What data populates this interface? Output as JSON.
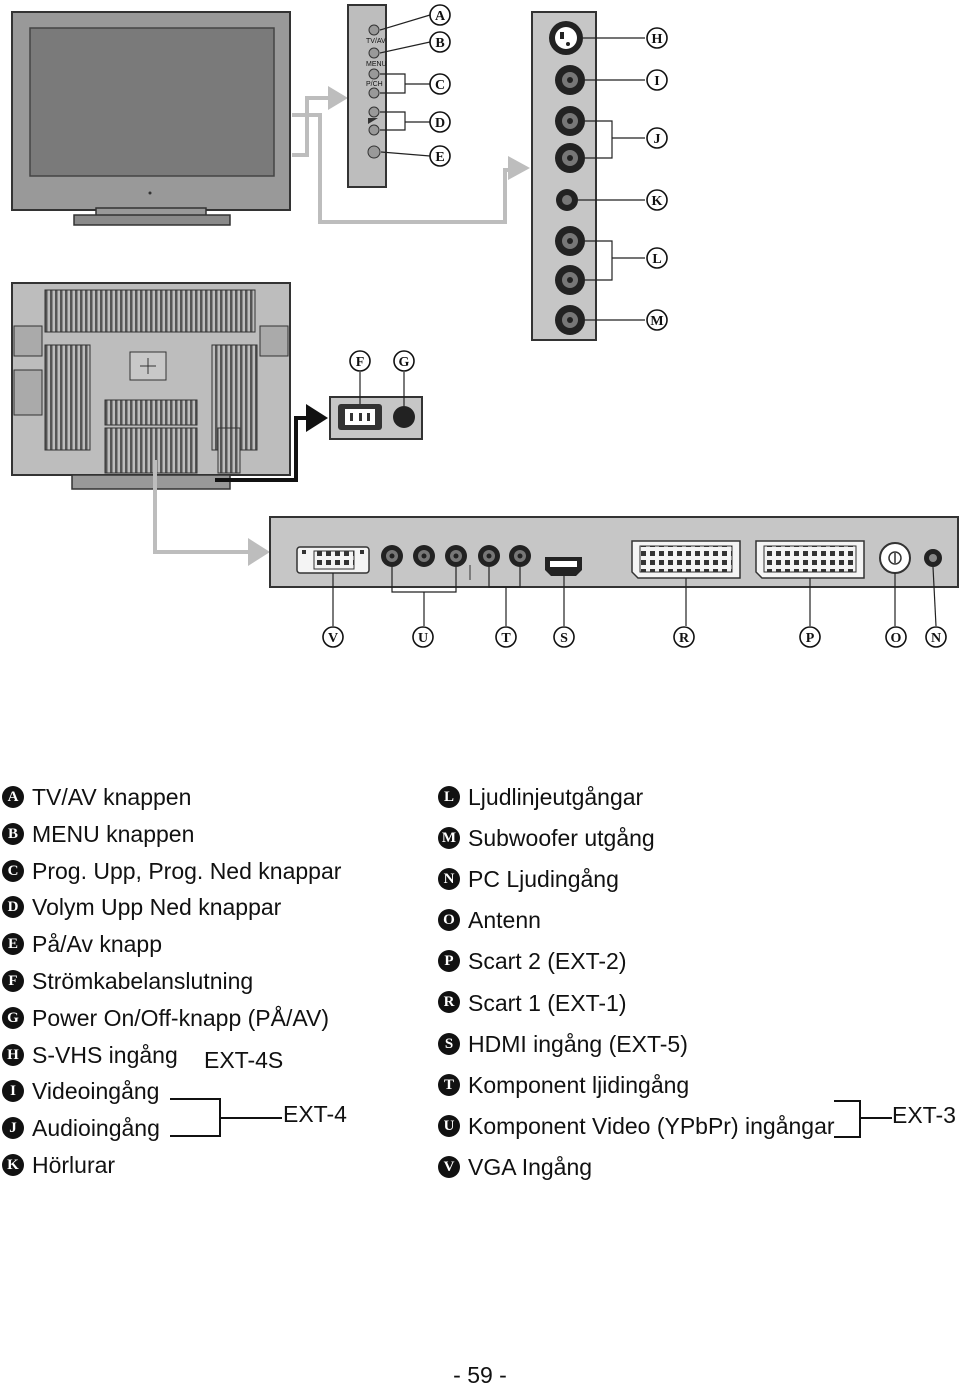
{
  "diagram": {
    "side_buttons": [
      "TV/AV",
      "MENU",
      "P/CH"
    ],
    "callouts": {
      "side_panel": [
        "A",
        "B",
        "C",
        "D",
        "E"
      ],
      "power": [
        "F",
        "G"
      ],
      "av_panel": [
        "H",
        "I",
        "J",
        "K",
        "L",
        "M"
      ],
      "rear_panel": [
        "V",
        "U",
        "T",
        "S",
        "R",
        "P",
        "O",
        "N"
      ]
    }
  },
  "legend": {
    "left": [
      {
        "letter": "A",
        "text": "TV/AV knappen"
      },
      {
        "letter": "B",
        "text": "MENU knappen"
      },
      {
        "letter": "C",
        "text": "Prog. Upp, Prog. Ned knappar"
      },
      {
        "letter": "D",
        "text": "Volym Upp Ned knappar"
      },
      {
        "letter": "E",
        "text": "På/Av knapp"
      },
      {
        "letter": "F",
        "text": "Strömkabelanslutning"
      },
      {
        "letter": "G",
        "text": "Power On/Off-knapp (PÅ/AV)"
      },
      {
        "letter": "H",
        "text": "S-VHS ingång"
      },
      {
        "letter": "I",
        "text": "Videoingång"
      },
      {
        "letter": "J",
        "text": "Audioingång"
      },
      {
        "letter": "K",
        "text": "Hörlurar"
      }
    ],
    "right": [
      {
        "letter": "L",
        "text": "Ljudlinjeutgångar"
      },
      {
        "letter": "M",
        "text": "Subwoofer utgång"
      },
      {
        "letter": "N",
        "text": "PC Ljudingång"
      },
      {
        "letter": "O",
        "text": "Antenn"
      },
      {
        "letter": "P",
        "text": "Scart 2 (EXT-2)"
      },
      {
        "letter": "R",
        "text": "Scart 1 (EXT-1)"
      },
      {
        "letter": "S",
        "text": "HDMI ingång (EXT-5)"
      },
      {
        "letter": "T",
        "text": "Komponent ljidingång"
      },
      {
        "letter": "U",
        "text": "Komponent Video (YPbPr) ingångar"
      },
      {
        "letter": "V",
        "text": "VGA Ingång"
      }
    ],
    "ext_labels": {
      "svhs": "EXT-4S",
      "av": "EXT-4",
      "component": "EXT-3"
    }
  },
  "page_number": "- 59 -"
}
